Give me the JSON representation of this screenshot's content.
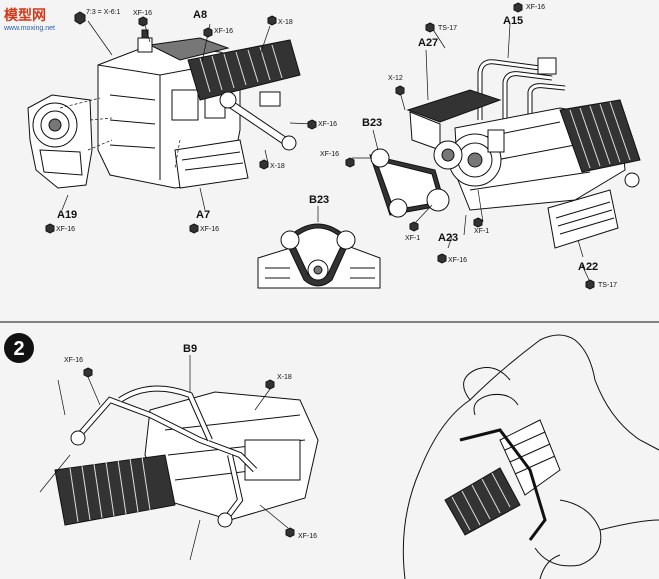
{
  "watermark": {
    "logo": "模型网",
    "url": "www.moxing.net"
  },
  "step2": {
    "number": "2"
  },
  "labels": {
    "a8": "A8",
    "a19": "A19",
    "a7": "A7",
    "a27": "A27",
    "a15": "A15",
    "b23_top": "B23",
    "b23_bottom": "B23",
    "a23": "A23",
    "a22": "A22",
    "b9": "B9",
    "paint_xf16_1": "XF-16",
    "paint_x6_mix": "7:3 = X-6:1",
    "paint_xf16_a8": "XF-16",
    "paint_x18_1": "X-18",
    "paint_xf16_right": "XF-16",
    "paint_x18_2": "X-18",
    "paint_xf16_a19": "XF-16",
    "paint_xf16_a7": "XF-16",
    "paint_ts17_top": "TS-17",
    "paint_xf16_a15": "XF-16",
    "paint_x12": "X-12",
    "paint_xf16_b23": "XF-16",
    "paint_xf1_1": "XF-1",
    "paint_xf1_2": "XF-1",
    "paint_xf16_a23": "XF-16",
    "paint_ts17_a22": "TS-17",
    "paint_xf16_s2": "XF-16",
    "paint_x18_s2": "X-18",
    "paint_xf16_s2b": "XF-16"
  }
}
